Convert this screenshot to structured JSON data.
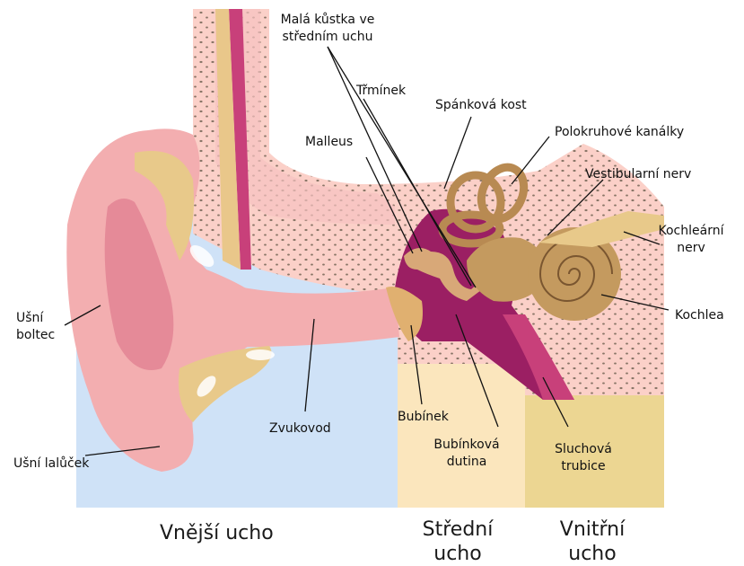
{
  "colors": {
    "outer_bg": "#cfe2f7",
    "middle_bg": "#fbe6bd",
    "inner_bg": "#ecd692",
    "skin": "#f3aeb0",
    "bone": "#fbd0c8",
    "cartilage": "#e8c98a",
    "cavity": "#9b1f63",
    "ossicle": "#d8a878",
    "cochlea": "#c49a5f"
  },
  "labels": {
    "male_kustky": [
      "Malá kůstka ve",
      "středním uchu"
    ],
    "trminek": "Třmínek",
    "spankova_kost": "Spánková kost",
    "malleus": "Malleus",
    "polokruhove": "Polokruhové kanálky",
    "vestibularni": "Vestibularní nerv",
    "kochlearni": [
      "Kochleární",
      "nerv"
    ],
    "kochlea": "Kochlea",
    "usni_boltec": [
      "Ušní",
      "boltec"
    ],
    "zvukovod": "Zvukovod",
    "bubinek": "Bubínek",
    "bubinkova": [
      "Bubínková",
      "dutina"
    ],
    "sluchova": [
      "Sluchová",
      "trubice"
    ],
    "usni_lalucek": "Ušní lalůček"
  },
  "sections": {
    "outer": "Vnější ucho",
    "middle": [
      "Střední",
      "ucho"
    ],
    "inner": [
      "Vnitřní",
      "ucho"
    ]
  }
}
